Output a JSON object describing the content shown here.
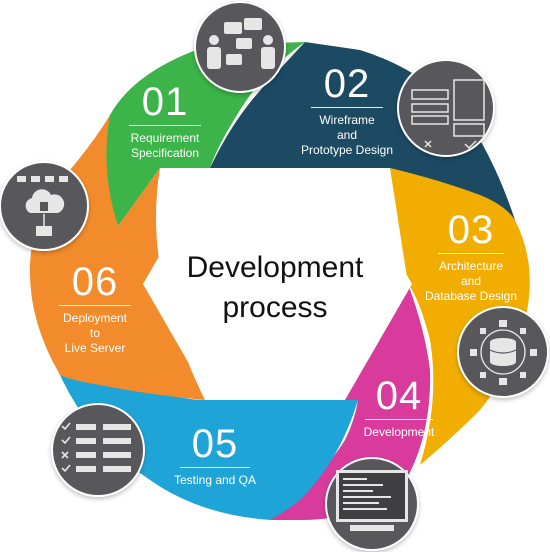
{
  "center": {
    "line1": "Development",
    "line2": "process"
  },
  "steps": [
    {
      "number": "01",
      "caption": [
        "Requirement",
        "Specification"
      ],
      "color": "#3cb449",
      "icon": "people-discussion-icon"
    },
    {
      "number": "02",
      "caption": [
        "Wireframe",
        "and",
        "Prototype Design"
      ],
      "color": "#1c4a63",
      "icon": "wireframe-layout-icon"
    },
    {
      "number": "03",
      "caption": [
        "Architecture",
        "and",
        "Database Design"
      ],
      "color": "#f1ad00",
      "icon": "database-network-icon"
    },
    {
      "number": "04",
      "caption": [
        "Development"
      ],
      "color": "#d83b9c",
      "icon": "code-monitor-icon"
    },
    {
      "number": "05",
      "caption": [
        "Testing and QA"
      ],
      "color": "#1fa4d8",
      "icon": "checklist-icon"
    },
    {
      "number": "06",
      "caption": [
        "Deployment",
        "to",
        "Live Server"
      ],
      "color": "#f28b2b",
      "icon": "cloud-server-icon"
    }
  ]
}
